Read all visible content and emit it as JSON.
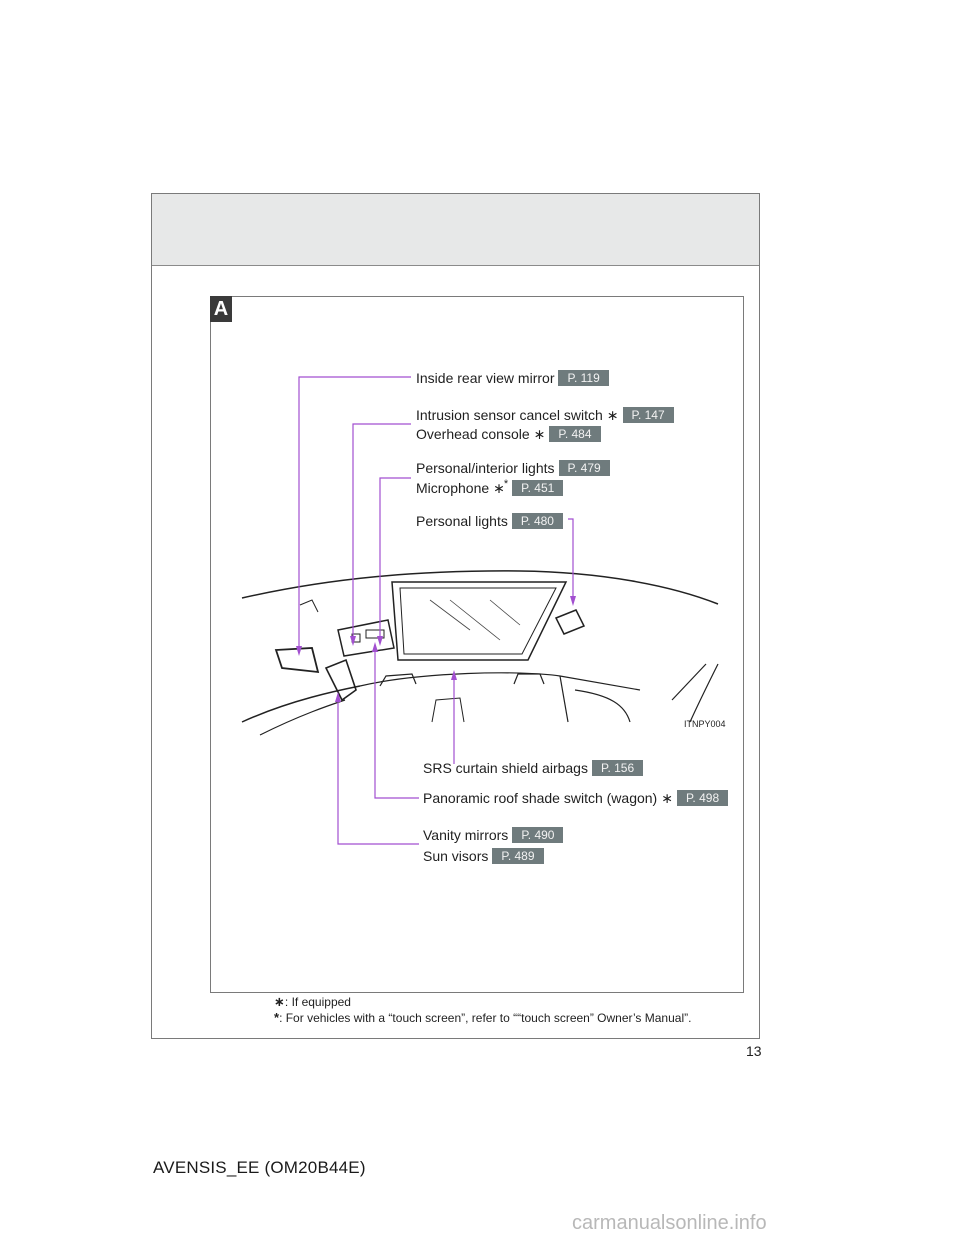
{
  "section_letter": "A",
  "callouts": {
    "mirror": {
      "label": "Inside rear view mirror",
      "page": "P. 119"
    },
    "intrusion": {
      "label": "Intrusion sensor cancel switch",
      "star": "∗",
      "page": "P. 147"
    },
    "overhead": {
      "label": "Overhead console",
      "star": "∗",
      "page": "P. 484"
    },
    "personal_interior": {
      "label": "Personal/interior lights",
      "page": "P. 479"
    },
    "microphone": {
      "label": "Microphone",
      "star": "∗",
      "sup": "*",
      "page": "P. 451"
    },
    "personal_lights": {
      "label": "Personal lights",
      "page": "P. 480"
    },
    "srs": {
      "label": "SRS curtain shield airbags",
      "page": "P. 156"
    },
    "roof_shade": {
      "label": "Panoramic roof shade switch (wagon)",
      "star": "∗",
      "page": "P. 498"
    },
    "vanity": {
      "label": "Vanity mirrors",
      "page": "P. 490"
    },
    "sun_visors": {
      "label": "Sun visors",
      "page": "P. 489"
    }
  },
  "image_code": "ITNPY004",
  "footnotes": {
    "equipped_symbol": "∗",
    "equipped_text": ": If equipped",
    "touch_symbol": "*",
    "touch_text": ": For vehicles with a “touch screen”, refer to ““touch screen” Owner’s Manual”."
  },
  "page_number": "13",
  "footer_code": "AVENSIS_EE (OM20B44E)",
  "watermark": "carmanualsonline.info",
  "colors": {
    "callout_line": "#a24fd0",
    "page_tag": "#6f7b7d",
    "header_band": "#e7e8e8"
  }
}
